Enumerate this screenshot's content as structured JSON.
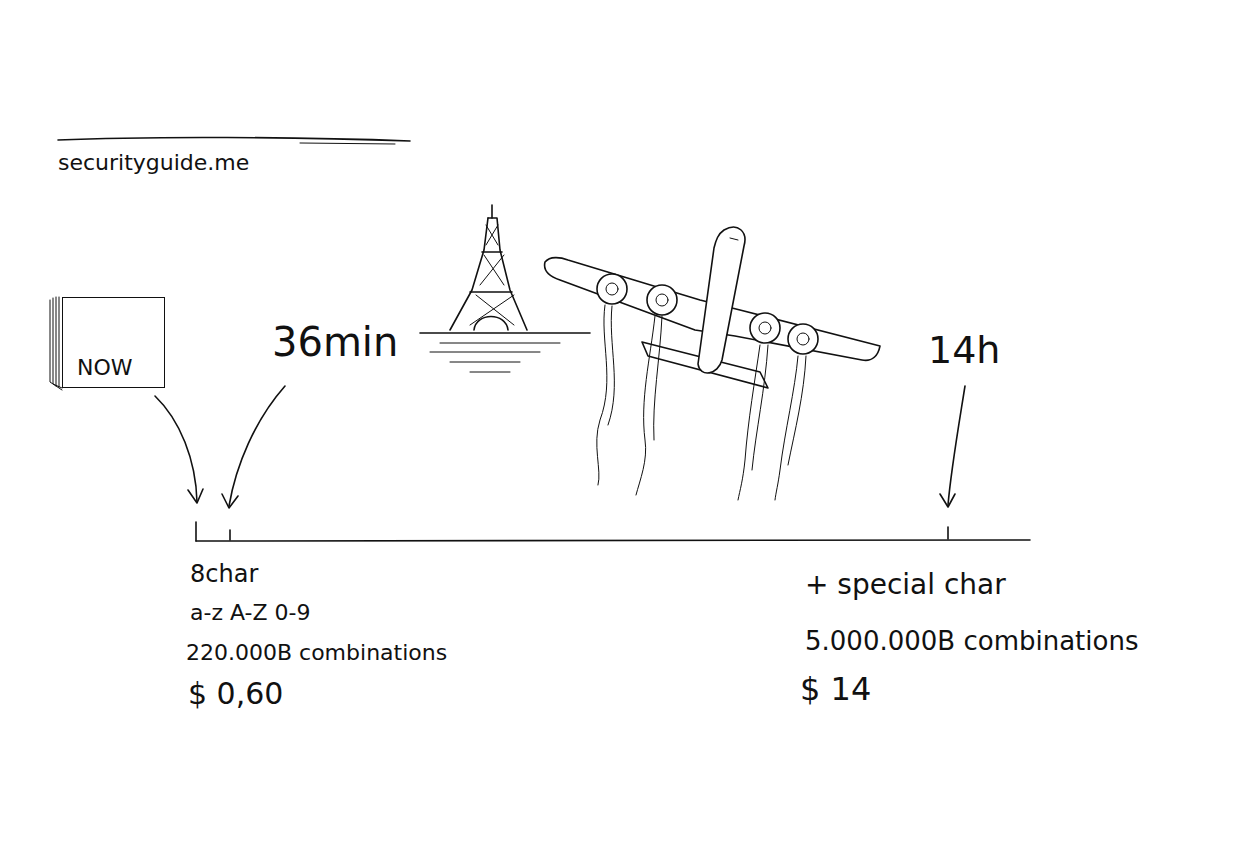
{
  "diagram": {
    "nodes": [
      {
        "text": [
          "NOW"
        ]
      }
    ],
    "labels": [
      "securityguide.me",
      "36min",
      "14h",
      "8char",
      "a-z A-Z 0-9",
      "220.000B combinations",
      "$ 0,60",
      "+ special char",
      "5.000.000B combinations",
      "$ 14"
    ]
  }
}
